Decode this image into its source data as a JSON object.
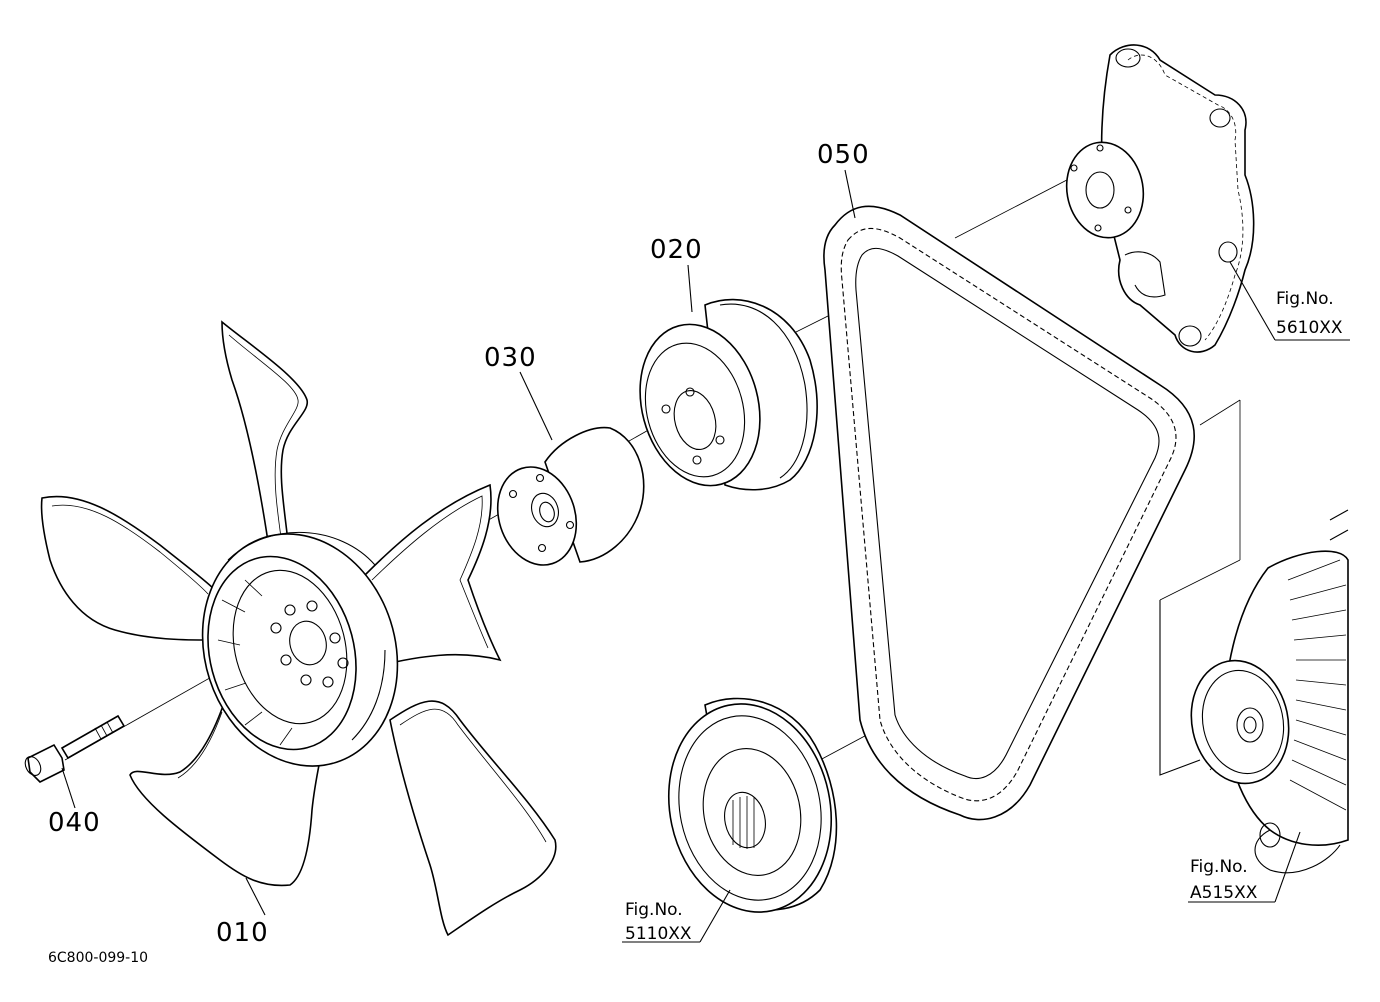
{
  "parts": [
    {
      "number": "010",
      "part": "fan"
    },
    {
      "number": "020",
      "part": "pulley"
    },
    {
      "number": "030",
      "part": "spacer"
    },
    {
      "number": "040",
      "part": "bolt"
    },
    {
      "number": "050",
      "part": "belt"
    }
  ],
  "references": [
    {
      "label": "Fig.No.",
      "code": "5610XX"
    },
    {
      "label": "Fig.No.",
      "code": "5110XX"
    },
    {
      "label": "Fig.No.",
      "code": "A515XX"
    }
  ],
  "drawing_code": "6C800-099-10"
}
